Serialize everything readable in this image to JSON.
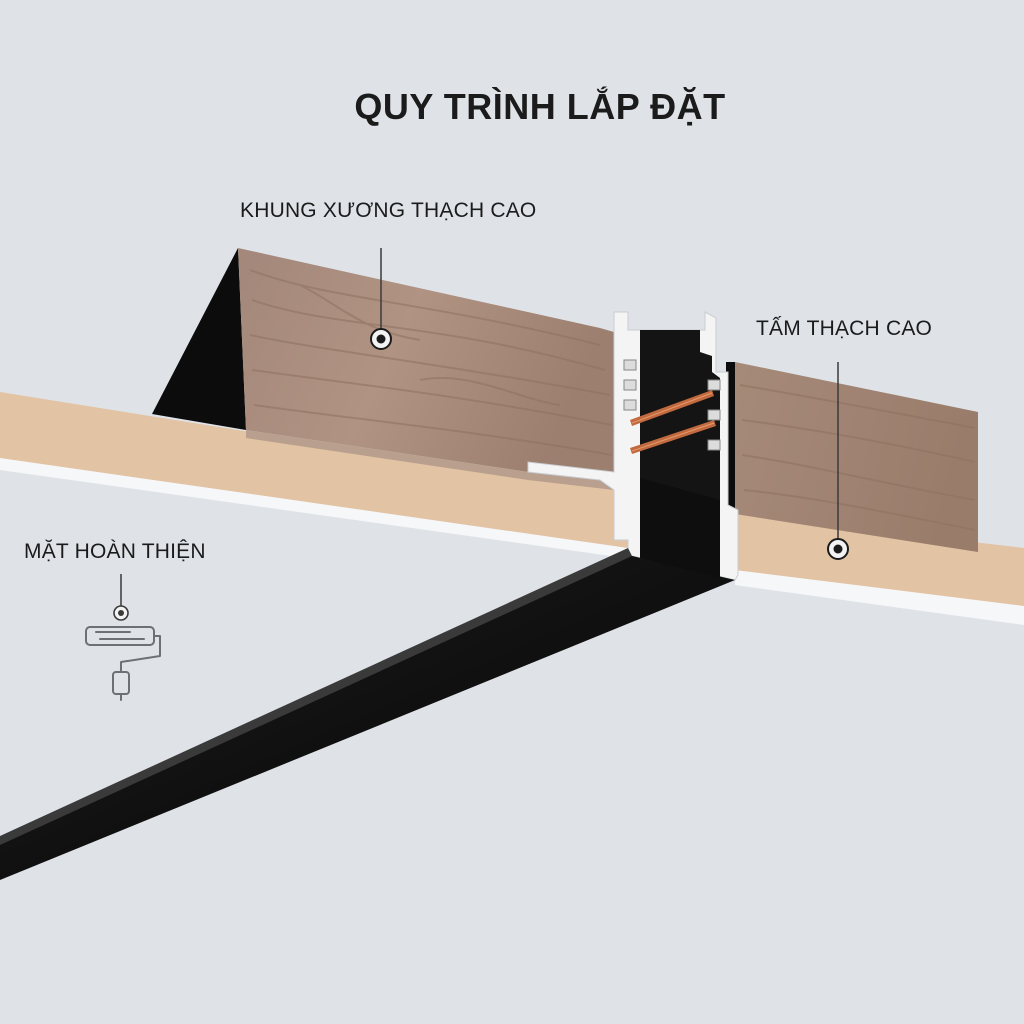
{
  "title": "QUY TRÌNH LẮP ĐẶT",
  "labels": {
    "frame": "KHUNG XƯƠNG THẠCH CAO",
    "board": "TẤM THẠCH CAO",
    "finish": "MẶT HOÀN THIỆN"
  },
  "icons": {
    "finish": "paint-roller-icon",
    "marker": "target-dot-icon"
  },
  "colors": {
    "background": "#dfe3e8",
    "wood": "#a88c78",
    "wood_grain": "#8e7260",
    "plaster": "#e2c3a3",
    "track": "#121212",
    "copper": "#c26a3f",
    "aluminium": "#f4f4f4"
  }
}
